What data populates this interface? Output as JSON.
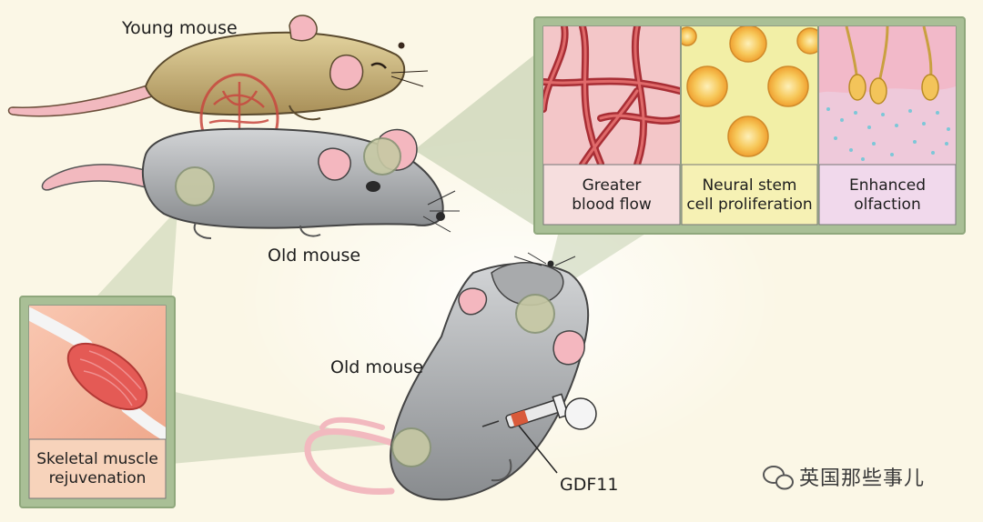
{
  "labels": {
    "young_mouse": "Young mouse",
    "old_mouse_top": "Old mouse",
    "old_mouse_bottom": "Old mouse",
    "gdf11": "GDF11"
  },
  "panels": {
    "blood_flow": "Greater\nblood flow",
    "neural": "Neural stem\ncell proliferation",
    "olfaction": "Enhanced\nolfaction",
    "muscle": "Skeletal muscle\nrejuvenation"
  },
  "watermark": {
    "text": "英国那些事儿",
    "icon": "wechat-icon"
  },
  "colors": {
    "background": "#fbf7e6",
    "panel_frame": "#a9bf96",
    "caption_pink": "#f6dede",
    "caption_yellow": "#f6f1b4",
    "caption_lilac": "#f1d9ec",
    "caption_peach": "#f7d3bb"
  }
}
